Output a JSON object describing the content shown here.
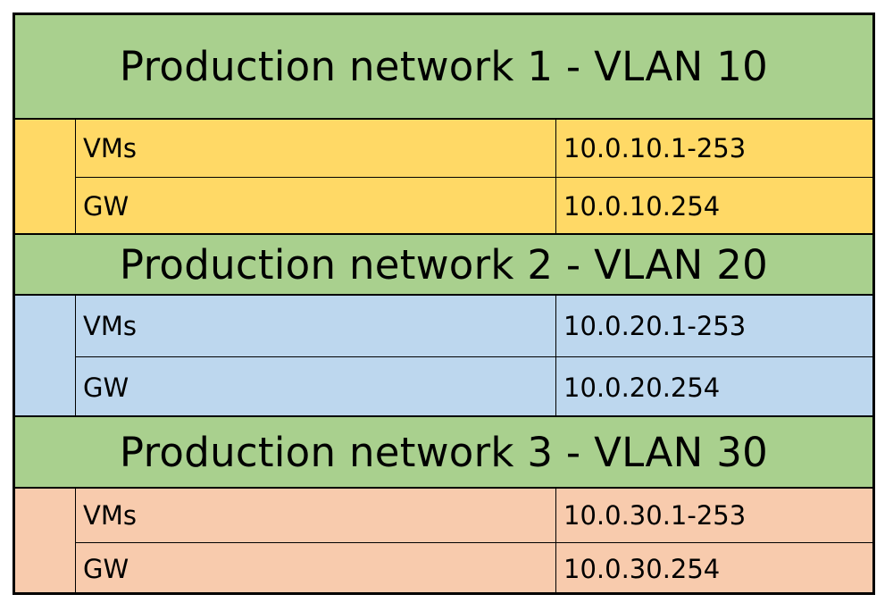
{
  "colors": {
    "header": "#a9d08e",
    "net1": "#ffd966",
    "net2": "#bdd7ee",
    "net3": "#f8cbad"
  },
  "networks": [
    {
      "title": "Production network 1 - VLAN 10",
      "rows": [
        {
          "label": "VMs",
          "value": "10.0.10.1-253"
        },
        {
          "label": "GW",
          "value": "10.0.10.254"
        }
      ]
    },
    {
      "title": "Production network 2 - VLAN 20",
      "rows": [
        {
          "label": "VMs",
          "value": "10.0.20.1-253"
        },
        {
          "label": "GW",
          "value": "10.0.20.254"
        }
      ]
    },
    {
      "title": "Production network 3 - VLAN 30",
      "rows": [
        {
          "label": "VMs",
          "value": "10.0.30.1-253"
        },
        {
          "label": "GW",
          "value": "10.0.30.254"
        }
      ]
    }
  ]
}
